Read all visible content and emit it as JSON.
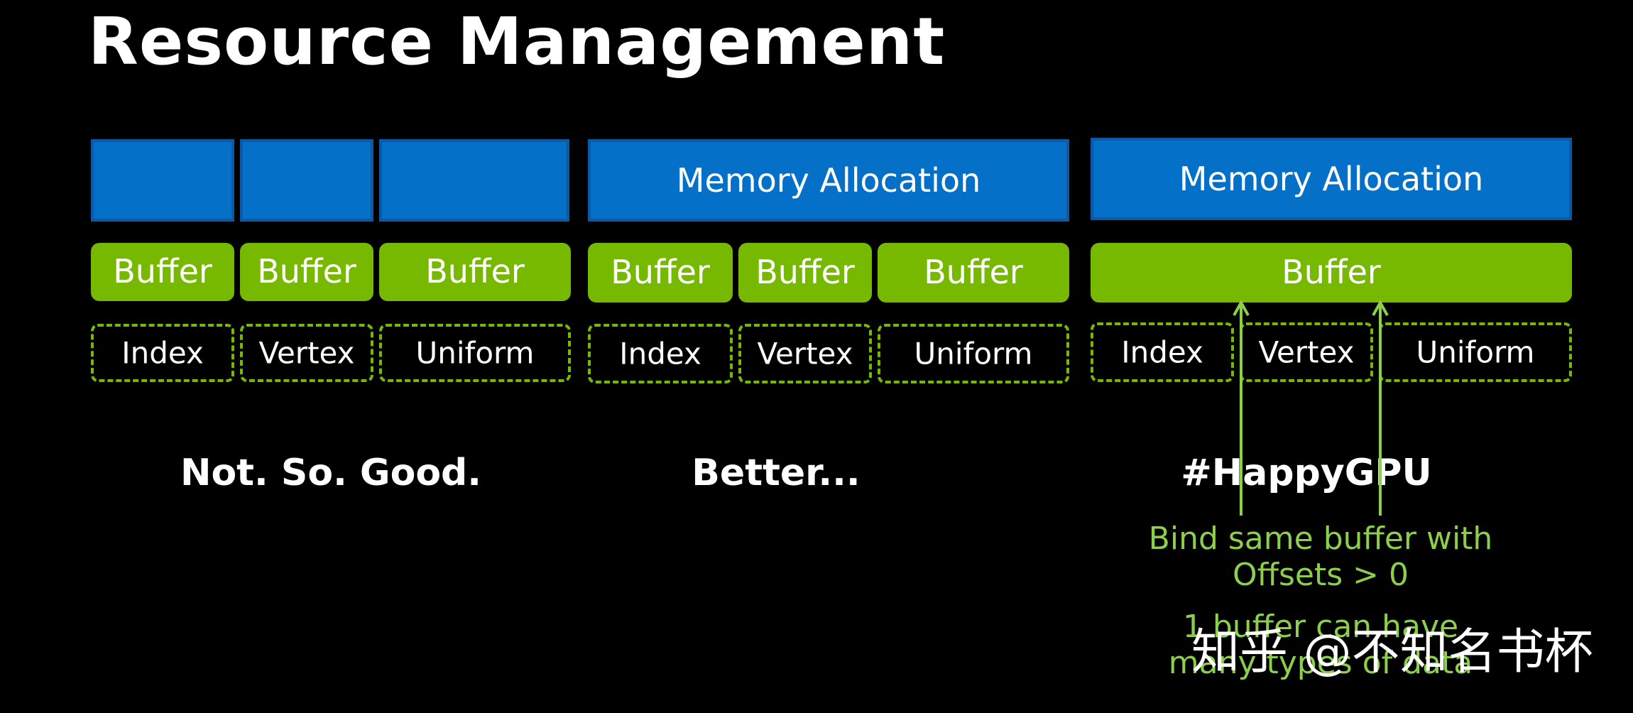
{
  "title": "Resource Management",
  "groups": [
    {
      "memory": [
        "",
        "",
        ""
      ],
      "buffers": [
        "Buffer",
        "Buffer",
        "Buffer"
      ],
      "data": [
        "Index",
        "Vertex",
        "Uniform"
      ],
      "caption": "Not.  So.  Good."
    },
    {
      "memory": [
        "Memory Allocation"
      ],
      "buffers": [
        "Buffer",
        "Buffer",
        "Buffer"
      ],
      "data": [
        "Index",
        "Vertex",
        "Uniform"
      ],
      "caption": "Better..."
    },
    {
      "memory": [
        "Memory Allocation"
      ],
      "buffers": [
        "Buffer"
      ],
      "data": [
        "Index",
        "Vertex",
        "Uniform"
      ],
      "caption": "#HappyGPU"
    }
  ],
  "notes": {
    "offsets_line1": "Bind same buffer with",
    "offsets_line2": "Offsets > 0",
    "types_line1": "1 buffer can have",
    "types_line2": "many types of data"
  },
  "watermark": "知乎 @不知名书杯",
  "colors": {
    "memory_blue": "#0470c8",
    "buffer_green": "#76b900",
    "note_green": "#8bcf4a",
    "background": "#000000"
  }
}
